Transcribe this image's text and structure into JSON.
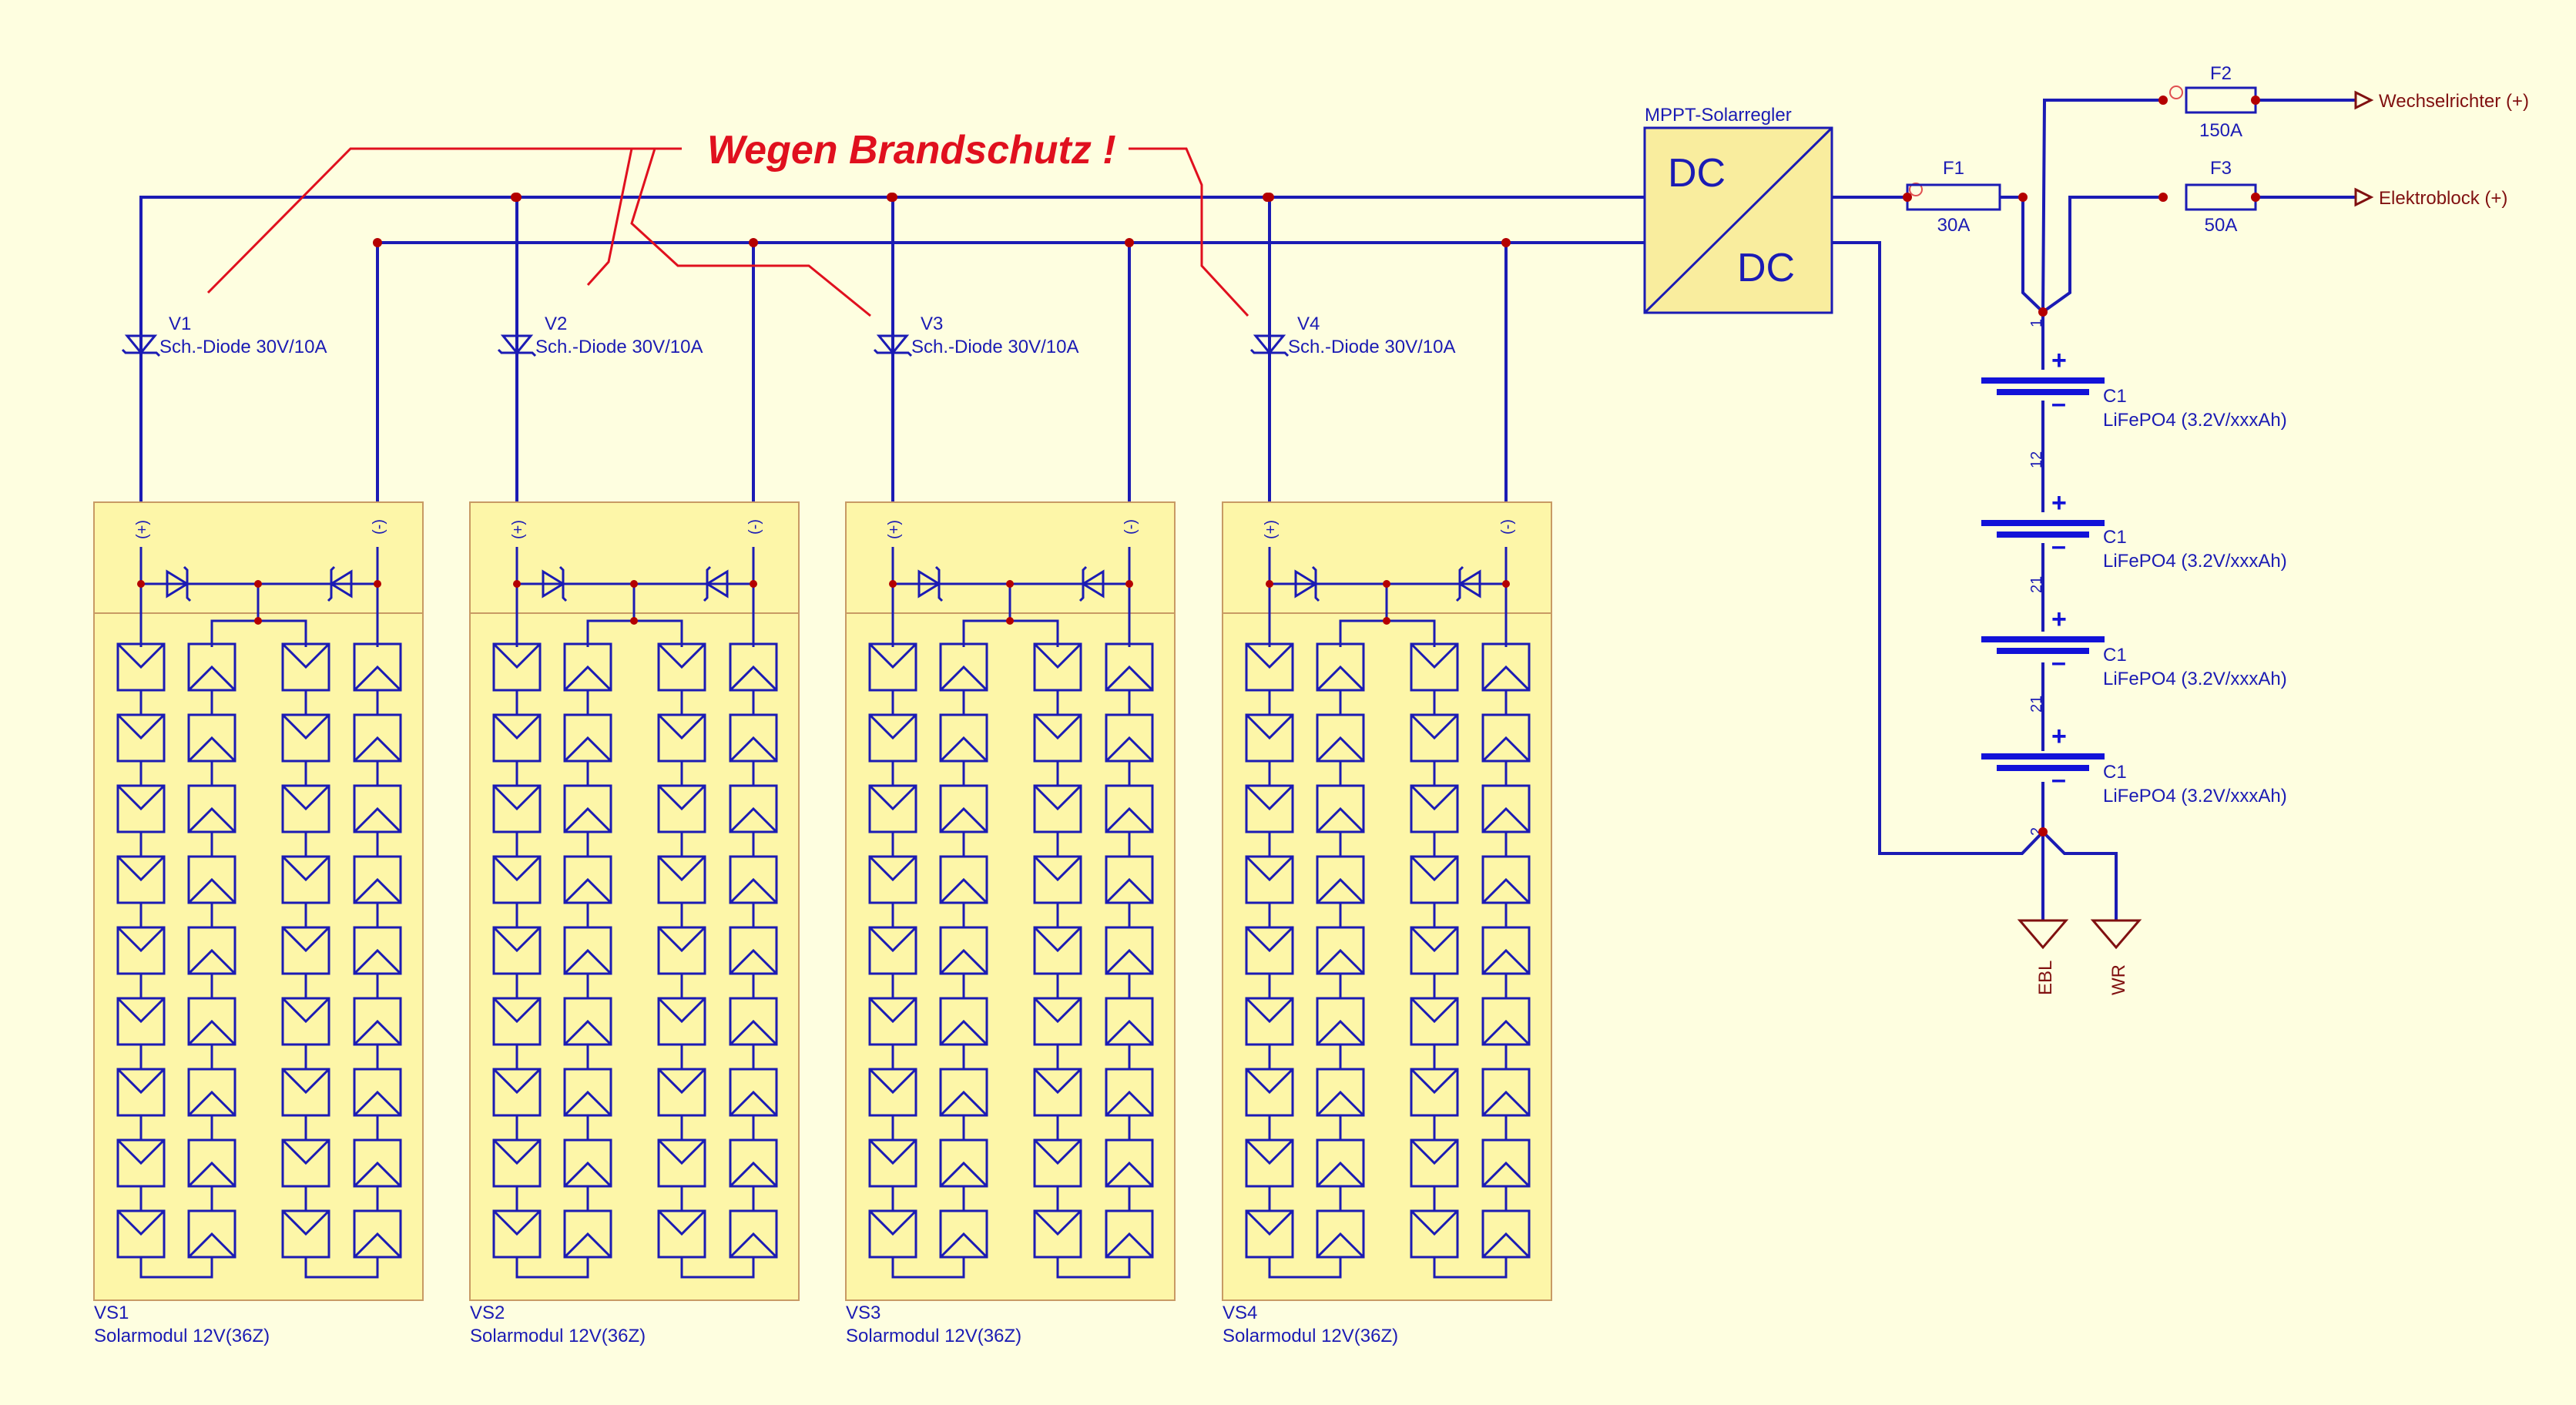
{
  "annotation": {
    "text": "Wegen Brandschutz !",
    "color": "#e0101e"
  },
  "colors": {
    "wire": "#1b1bb4",
    "junction": "#b40000",
    "panel_fill": "#fdf6a8",
    "panel_border": "#c89a64",
    "label_dark": "#801010"
  },
  "strings": [
    {
      "diode_ref": "V1",
      "diode_desc": "Sch.-Diode 30V/10A",
      "module_ref": "VS1",
      "module_desc": "Solarmodul 12V(36Z)",
      "plus": "(+)",
      "minus": "(-)"
    },
    {
      "diode_ref": "V2",
      "diode_desc": "Sch.-Diode 30V/10A",
      "module_ref": "VS2",
      "module_desc": "Solarmodul 12V(36Z)",
      "plus": "(+)",
      "minus": "(-)"
    },
    {
      "diode_ref": "V3",
      "diode_desc": "Sch.-Diode 30V/10A",
      "module_ref": "VS3",
      "module_desc": "Solarmodul 12V(36Z)",
      "plus": "(+)",
      "minus": "(-)"
    },
    {
      "diode_ref": "V4",
      "diode_desc": "Sch.-Diode 30V/10A",
      "module_ref": "VS4",
      "module_desc": "Solarmodul 12V(36Z)",
      "plus": "(+)",
      "minus": "(-)"
    }
  ],
  "controller": {
    "title": "MPPT-Solarregler",
    "in_label": "DC",
    "out_label": "DC"
  },
  "fuses": [
    {
      "ref": "F1",
      "rating": "30A"
    },
    {
      "ref": "F2",
      "rating": "150A"
    },
    {
      "ref": "F3",
      "rating": "50A"
    }
  ],
  "outputs": [
    {
      "label": "Wechselrichter (+)"
    },
    {
      "label": "Elektroblock (+)"
    }
  ],
  "battery": {
    "cells": [
      {
        "ref": "C1",
        "desc": "LiFePO4 (3.2V/xxxAh)",
        "plus": "+",
        "minus": "–"
      },
      {
        "ref": "C1",
        "desc": "LiFePO4 (3.2V/xxxAh)",
        "plus": "+",
        "minus": "–"
      },
      {
        "ref": "C1",
        "desc": "LiFePO4 (3.2V/xxxAh)",
        "plus": "+",
        "minus": "–"
      },
      {
        "ref": "C1",
        "desc": "LiFePO4 (3.2V/xxxAh)",
        "plus": "+",
        "minus": "–"
      }
    ],
    "pins": [
      "1",
      "12",
      "21",
      "21",
      "2"
    ]
  },
  "grounds": [
    {
      "label": "EBL"
    },
    {
      "label": "WR"
    }
  ]
}
